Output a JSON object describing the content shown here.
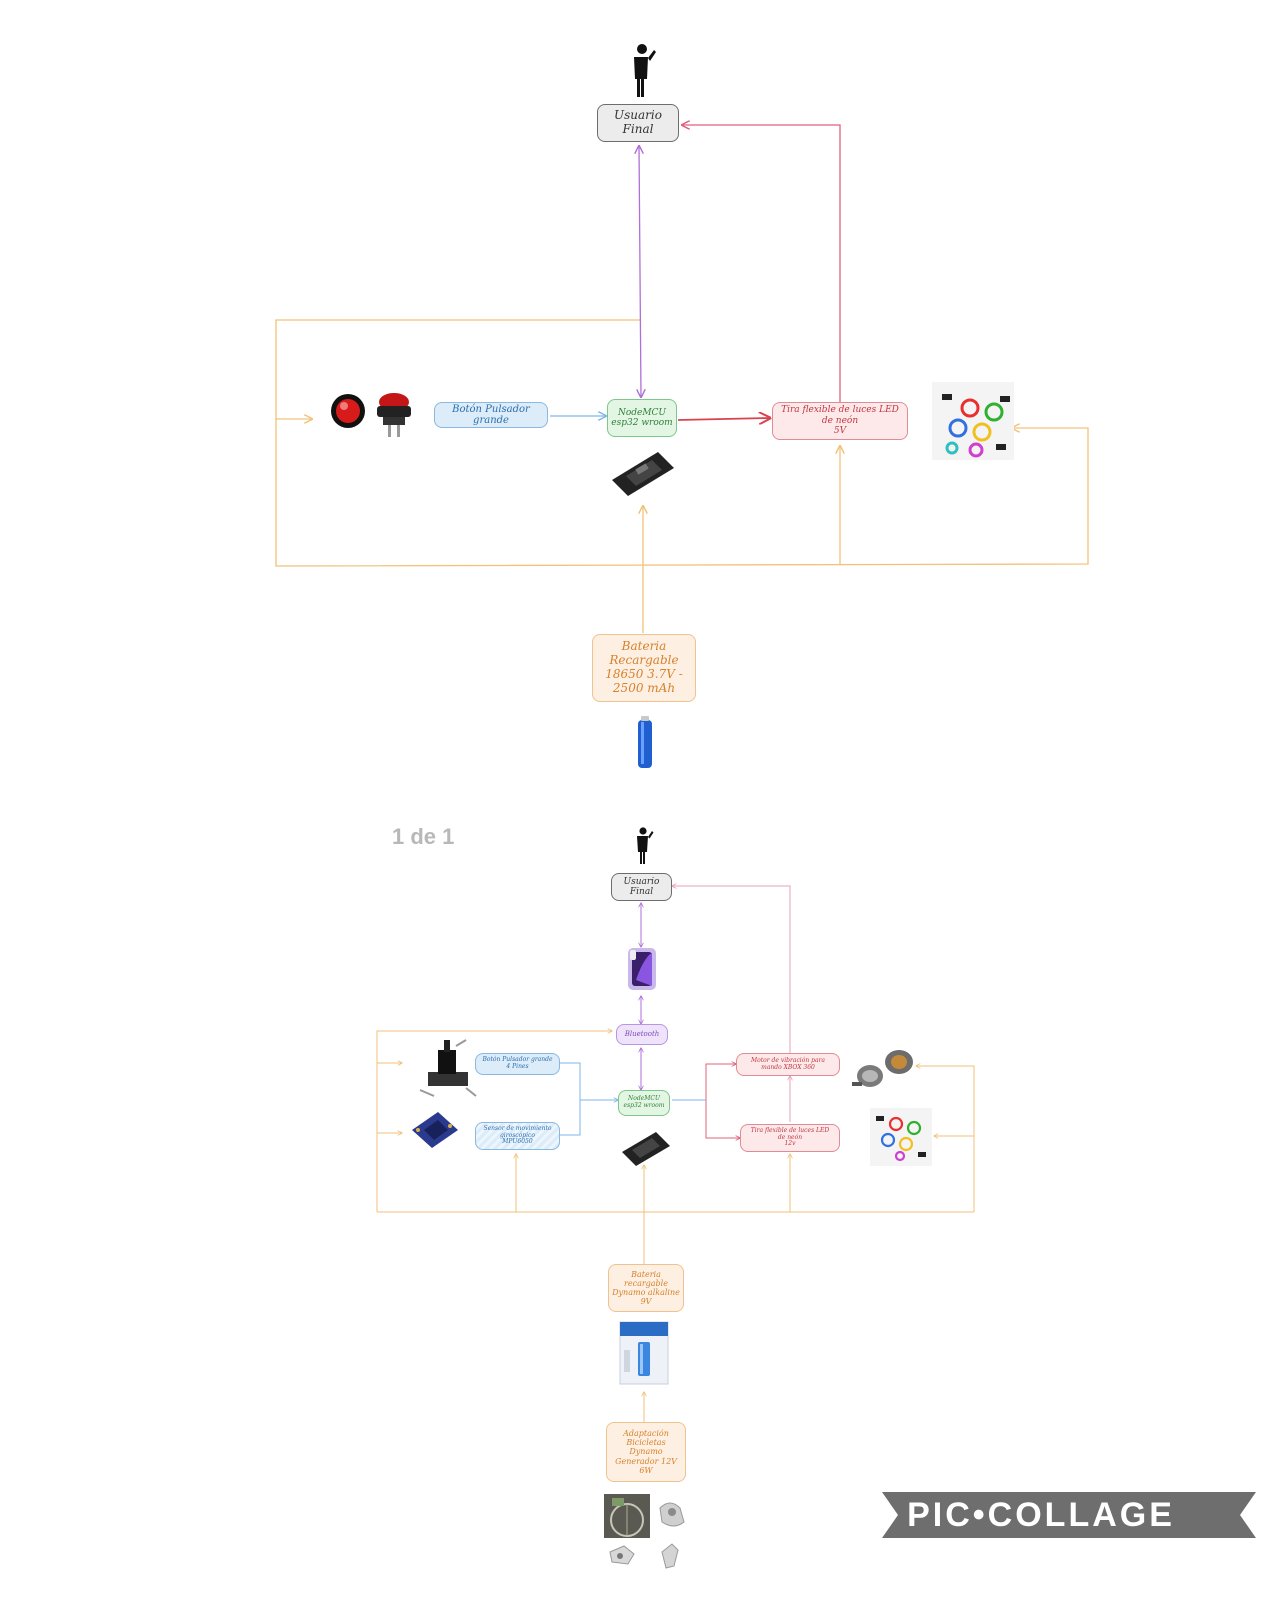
{
  "diagram1": {
    "user": "Usuario\nFinal",
    "button": "Botón Pulsador grande",
    "mcu": "NodeMCU\nesp32 wroom",
    "led": "Tira flexible de luces LED\nde neón\n5V",
    "battery": "Bateria\nRecargable\n18650 3.7V -\n2500 mAh"
  },
  "page_label": "1 de 1",
  "diagram2": {
    "user": "Usuario\nFinal",
    "bluetooth": "Bluetooth",
    "button": "Botón Pulsador grande\n4 Pines",
    "sensor": "Sensor de movimiento\ngiroscópico\nMPU6050",
    "mcu": "NodeMCU\nesp32 wroom",
    "motor": "Motor de vibración para\nmando XBOX 360",
    "led": "Tira flexible de luces LED\nde neón\n12v",
    "battery": "Bateria\nrecargable\nDynamo alkaline\n9V",
    "dynamo": "Adaptación\nBicicletas\nDynamo\nGenerador 12V\n6W"
  },
  "brand": "PIC•COLLAGE",
  "colors": {
    "orange": "#f0c27a",
    "red": "#e0607a",
    "purple": "#b070d8",
    "blue": "#7fb6e8",
    "pink": "#e8a0b8"
  }
}
